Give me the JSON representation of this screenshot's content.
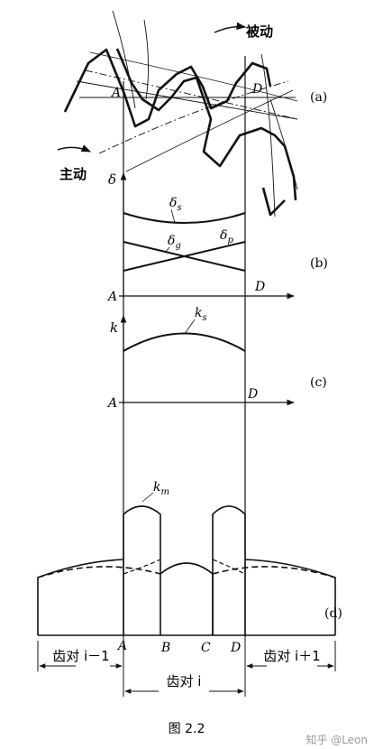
{
  "panel_a": {
    "label": "(a)",
    "driven": "被动",
    "driving": "主动",
    "point_A": "A",
    "point_D": "D"
  },
  "panel_b": {
    "label": "(b)",
    "axis_y": "δ",
    "curve_s": "δ",
    "curve_s_sub": "s",
    "curve_g": "δ",
    "curve_g_sub": "g",
    "curve_p": "δ",
    "curve_p_sub": "p",
    "point_A": "A",
    "point_D": "D"
  },
  "panel_c": {
    "label": "(c)",
    "axis_y": "k",
    "curve": "k",
    "curve_sub": "s",
    "point_A": "A",
    "point_D": "D"
  },
  "panel_d": {
    "label": "(d)",
    "curve": "k",
    "curve_sub": "m",
    "point_A": "A",
    "point_B": "B",
    "point_C": "C",
    "point_D": "D",
    "pair_prev": "齿对 i－1",
    "pair_next": "齿对 i＋1",
    "pair_cur": "齿对 i"
  },
  "caption": "图 2.2",
  "watermark": "知乎 @Leon"
}
